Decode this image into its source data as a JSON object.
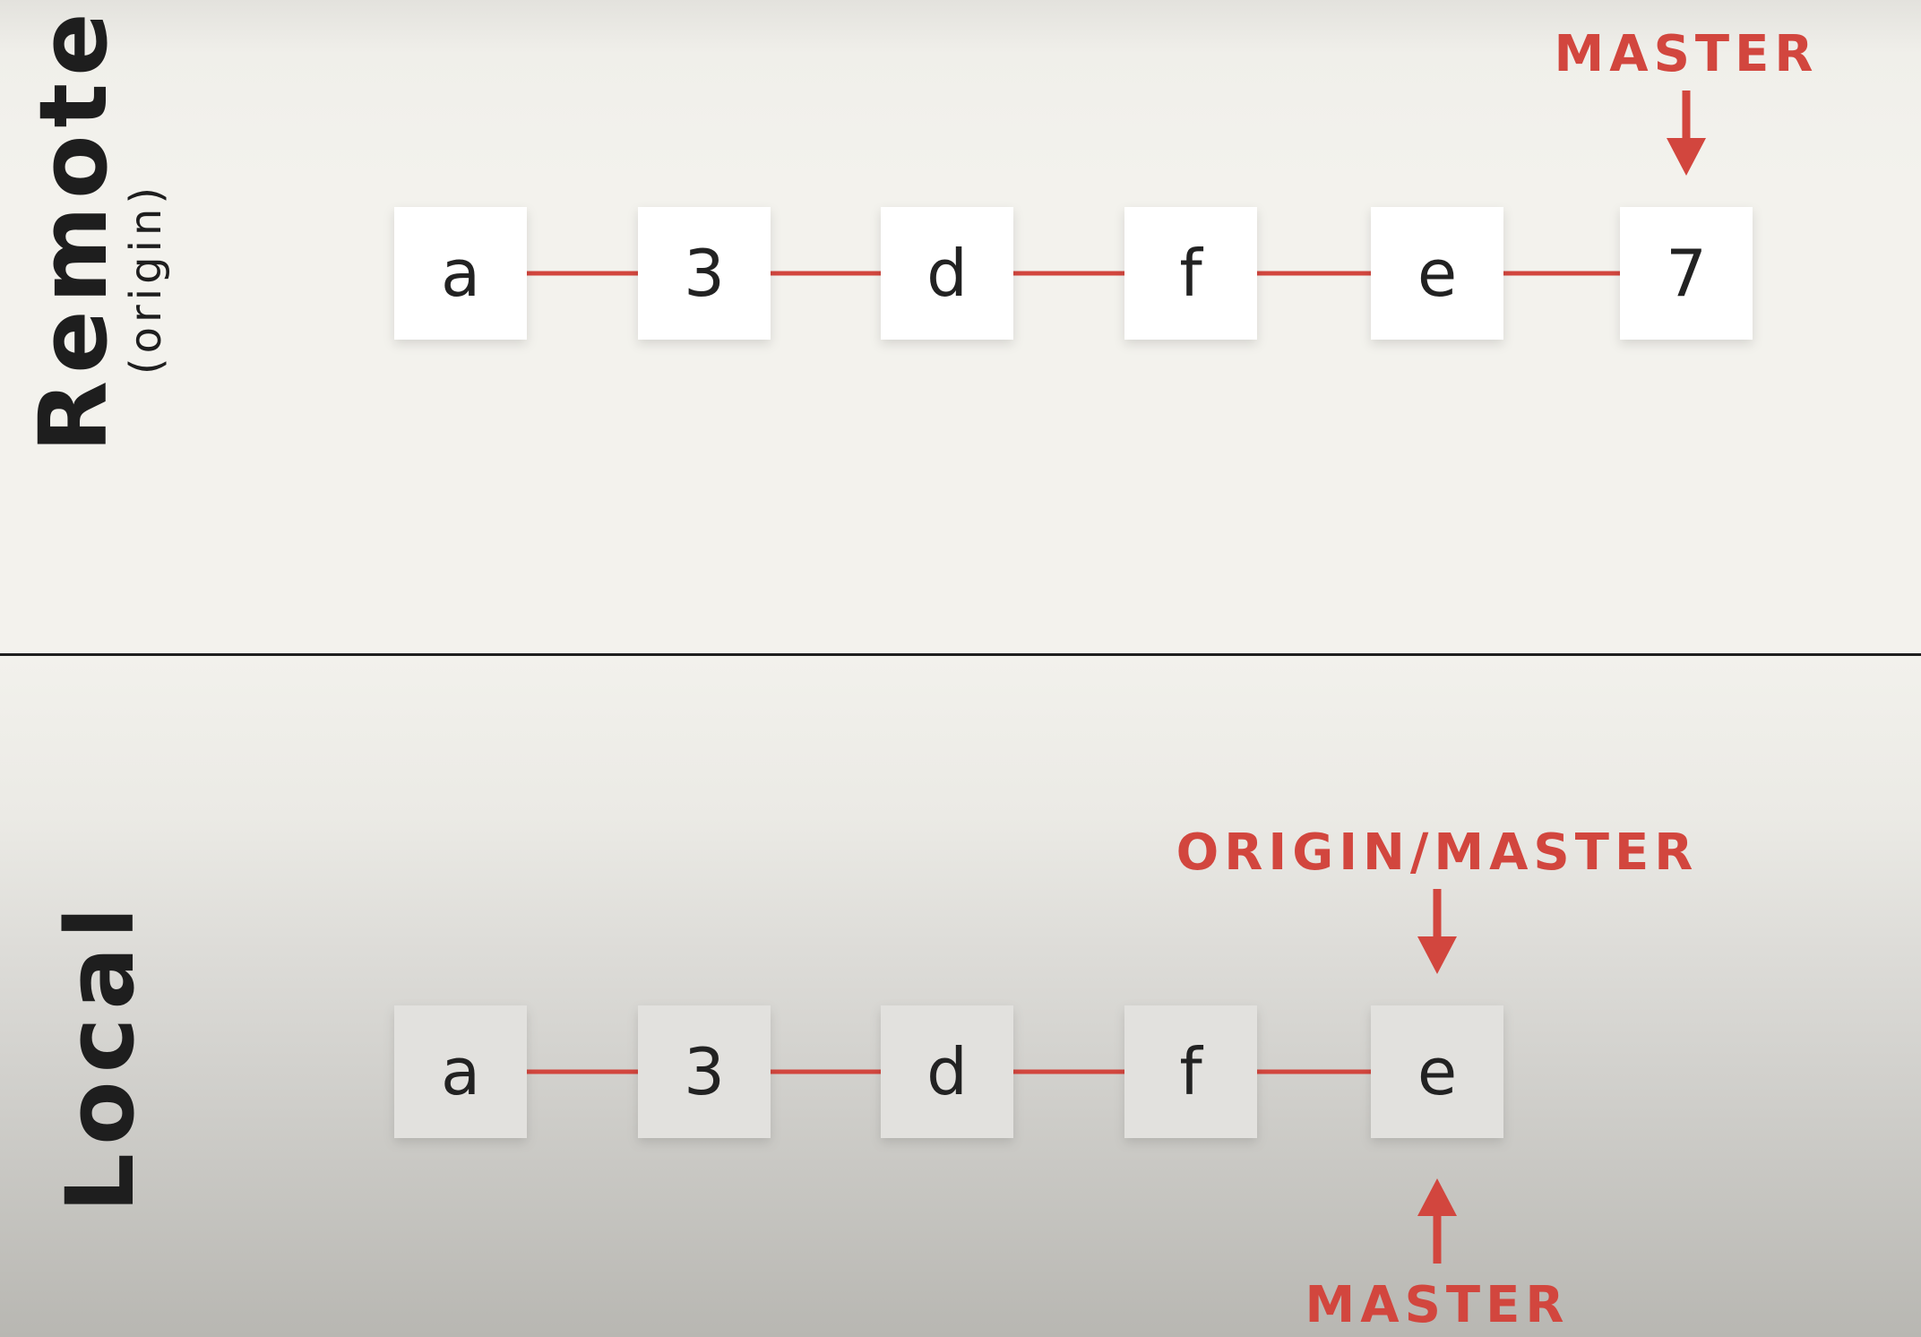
{
  "remote": {
    "title": "Remote",
    "subtitle": "(origin)",
    "commits": [
      "a",
      "3",
      "d",
      "f",
      "e",
      "7"
    ],
    "pointers": [
      {
        "label": "MASTER",
        "target": "7",
        "side": "above"
      }
    ]
  },
  "local": {
    "title": "Local",
    "commits": [
      "a",
      "3",
      "d",
      "f",
      "e"
    ],
    "pointers": [
      {
        "label": "ORIGIN/MASTER",
        "target": "e",
        "side": "above"
      },
      {
        "label": "MASTER",
        "target": "e",
        "side": "below"
      }
    ]
  },
  "colors": {
    "accent": "#d2463e",
    "text": "#1e1e1e",
    "remote_box": "#ffffff",
    "local_box": "#e2e1de"
  }
}
